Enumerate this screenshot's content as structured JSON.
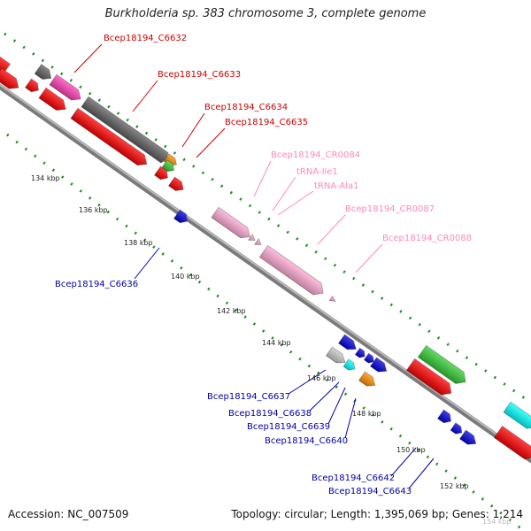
{
  "title": "Burkholderia sp. 383 chromosome 3, complete genome",
  "footer": {
    "accession": "Accession: NC_007509",
    "summary": "Topology: circular; Length: 1,395,069 bp; Genes: 1,214"
  },
  "colors": {
    "backbone": "#8c8c8c",
    "ticks": "#1e8c1e",
    "red": "#ff0000",
    "gray": "#5f5f5f",
    "magenta": "#ff3fb4",
    "orange": "#ff8c00",
    "green": "#33cc33",
    "pink": "#ffaad4",
    "blue": "#0000dd",
    "cyan": "#00ffff",
    "lightgray": "#c8c8c8",
    "label_red": "#cc0000",
    "label_pink": "#ff88bb",
    "label_blue": "#0000aa"
  },
  "axis_ticks": [
    {
      "label": "134 kbp"
    },
    {
      "label": "136 kbp"
    },
    {
      "label": "138 kbp"
    },
    {
      "label": "140 kbp"
    },
    {
      "label": "142 kbp"
    },
    {
      "label": "144 kbp"
    },
    {
      "label": "146 kbp"
    },
    {
      "label": "148 kbp"
    },
    {
      "label": "150 kbp"
    },
    {
      "label": "152 kbp"
    },
    {
      "label": "154 kbp"
    }
  ],
  "feature_labels": {
    "outer_red": [
      "Bcep18194_C6632",
      "Bcep18194_C6633",
      "Bcep18194_C6634",
      "Bcep18194_C6635"
    ],
    "outer_pink": [
      "Bcep18194_CR0084",
      "tRNA-Ile1",
      "tRNA-Ala1",
      "Bcep18194_CR0087",
      "Bcep18194_CR0088"
    ],
    "inner_blue": [
      "Bcep18194_C6636",
      "Bcep18194_C6637",
      "Bcep18194_C6638",
      "Bcep18194_C6639",
      "Bcep18194_C6640",
      "Bcep18194_C6642",
      "Bcep18194_C6643"
    ]
  }
}
